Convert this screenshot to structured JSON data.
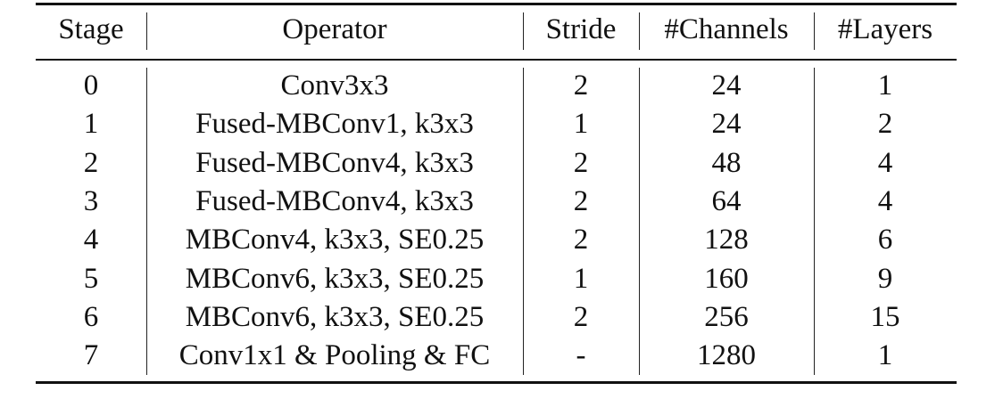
{
  "table": {
    "columns": [
      "Stage",
      "Operator",
      "Stride",
      "#Channels",
      "#Layers"
    ],
    "rows": [
      [
        "0",
        "Conv3x3",
        "2",
        "24",
        "1"
      ],
      [
        "1",
        "Fused-MBConv1, k3x3",
        "1",
        "24",
        "2"
      ],
      [
        "2",
        "Fused-MBConv4, k3x3",
        "2",
        "48",
        "4"
      ],
      [
        "3",
        "Fused-MBConv4, k3x3",
        "2",
        "64",
        "4"
      ],
      [
        "4",
        "MBConv4, k3x3, SE0.25",
        "2",
        "128",
        "6"
      ],
      [
        "5",
        "MBConv6, k3x3, SE0.25",
        "1",
        "160",
        "9"
      ],
      [
        "6",
        "MBConv6, k3x3, SE0.25",
        "2",
        "256",
        "15"
      ],
      [
        "7",
        "Conv1x1 & Pooling & FC",
        "-",
        "1280",
        "1"
      ]
    ]
  }
}
